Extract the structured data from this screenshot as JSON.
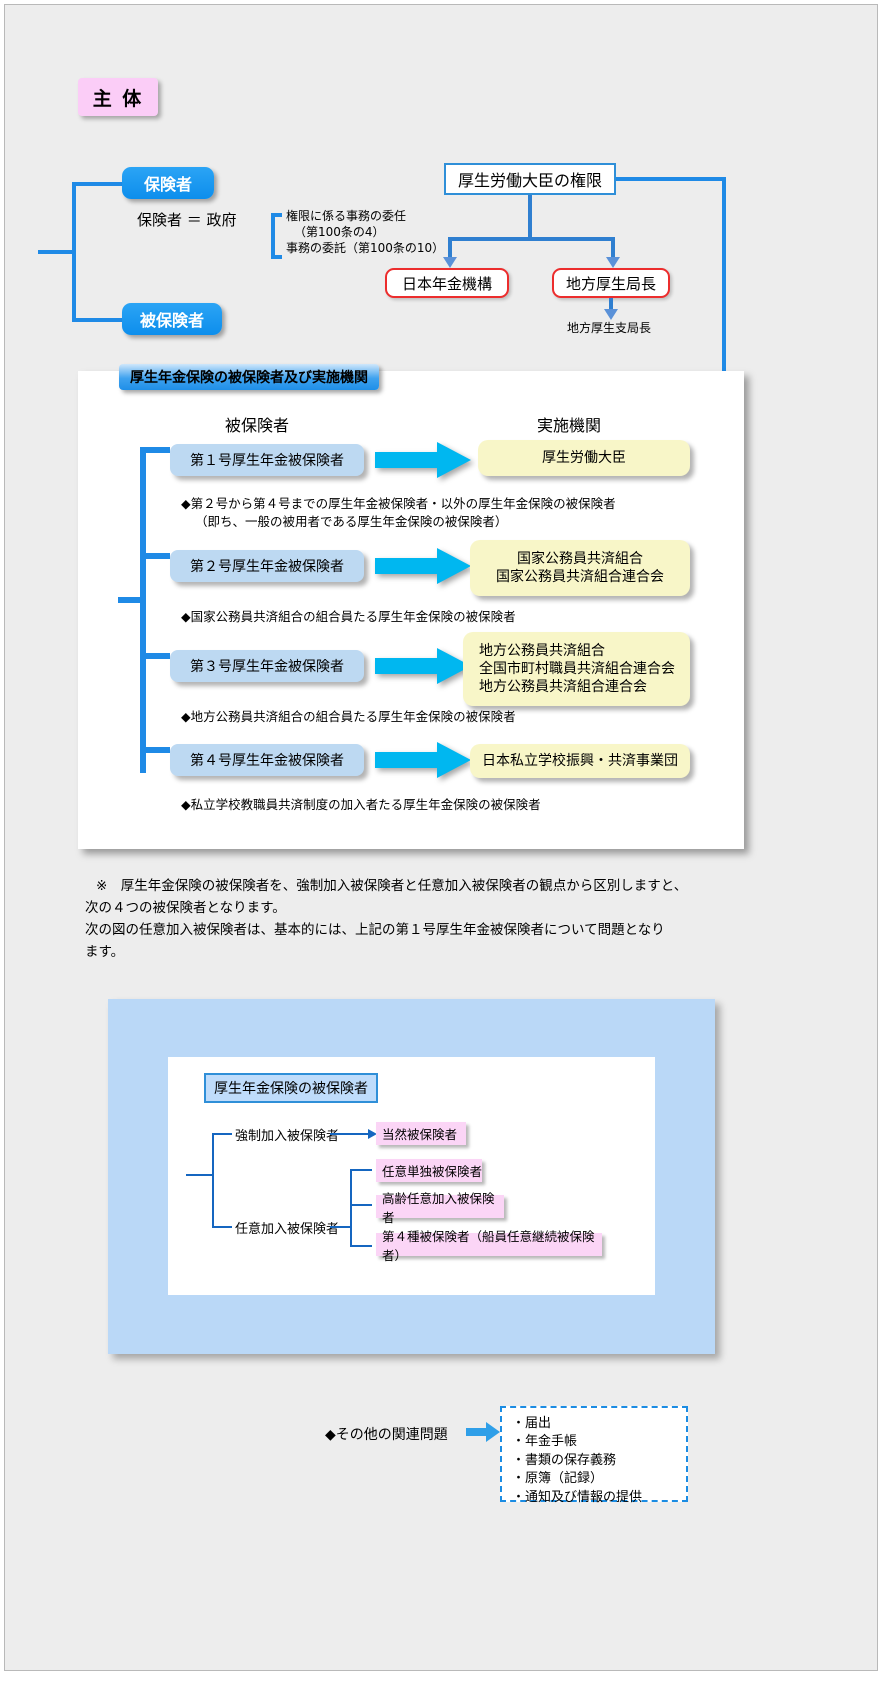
{
  "header": {
    "title": "主 体"
  },
  "top": {
    "insurer_label": "保険者",
    "insurer_equals": "保険者 ＝ 政府",
    "insured_label": "被保険者",
    "delegation_note_1": "権限に係る事務の委任",
    "delegation_note_2": "（第100条の4）",
    "delegation_note_3": "事務の委託（第100条の10）",
    "minister_authority": "厚生労働大臣の権限",
    "nenkin_kikou": "日本年金機構",
    "regional_bureau": "地方厚生局長",
    "regional_branch": "地方厚生支局長"
  },
  "panel": {
    "title": "厚生年金保険の被保険者及び実施機関",
    "col_left": "被保険者",
    "col_right": "実施機関",
    "rows": [
      {
        "insured": "第１号厚生年金被保険者",
        "agency": "厚生労働大臣",
        "note": "◆第２号から第４号までの厚生年金被保険者・以外の厚生年金保険の被保険者",
        "note2": "（即ち、一般の被用者である厚生年金保険の被保険者）"
      },
      {
        "insured": "第２号厚生年金被保険者",
        "agency": "国家公務員共済組合\n国家公務員共済組合連合会",
        "note": "◆国家公務員共済組合の組合員たる厚生年金保険の被保険者",
        "note2": ""
      },
      {
        "insured": "第３号厚生年金被保険者",
        "agency": "地方公務員共済組合\n全国市町村職員共済組合連合会\n地方公務員共済組合連合会",
        "note": "◆地方公務員共済組合の組合員たる厚生年金保険の被保険者",
        "note2": ""
      },
      {
        "insured": "第４号厚生年金被保険者",
        "agency": "日本私立学校振興・共済事業団",
        "note": "◆私立学校教職員共済制度の加入者たる厚生年金保険の被保険者",
        "note2": ""
      }
    ]
  },
  "remark": {
    "line1": "※　厚生年金保険の被保険者を、強制加入被保険者と任意加入被保険者の観点から区別しますと、",
    "line2": "次の４つの被保険者となります。",
    "line3": "次の図の任意加入被保険者は、基本的には、上記の第１号厚生年金被保険者について問題となり",
    "line4": "ます。"
  },
  "classification": {
    "title": "厚生年金保険の被保険者",
    "branch_compulsory": "強制加入被保険者",
    "branch_voluntary": "任意加入被保険者",
    "items": [
      "当然被保険者",
      "任意単独被保険者",
      "高齢任意加入被保険者",
      "第４種被保険者（船員任意継続被保険者）"
    ]
  },
  "other": {
    "label": "◆その他の関連問題",
    "items": [
      "・届出",
      "・年金手帳",
      "・書類の保存義務",
      "・原簿（記録）",
      "・通知及び情報の提供"
    ]
  },
  "colors": {
    "accent_blue": "#1f8ae6",
    "cyan_arrow": "#00b7f0",
    "red_border": "#ec2d2d",
    "pink": "#fbcdf7",
    "light_blue_box": "#bdd9f2",
    "yellow_box": "#f8f6c8",
    "panel_blue": "#bad8f7"
  }
}
